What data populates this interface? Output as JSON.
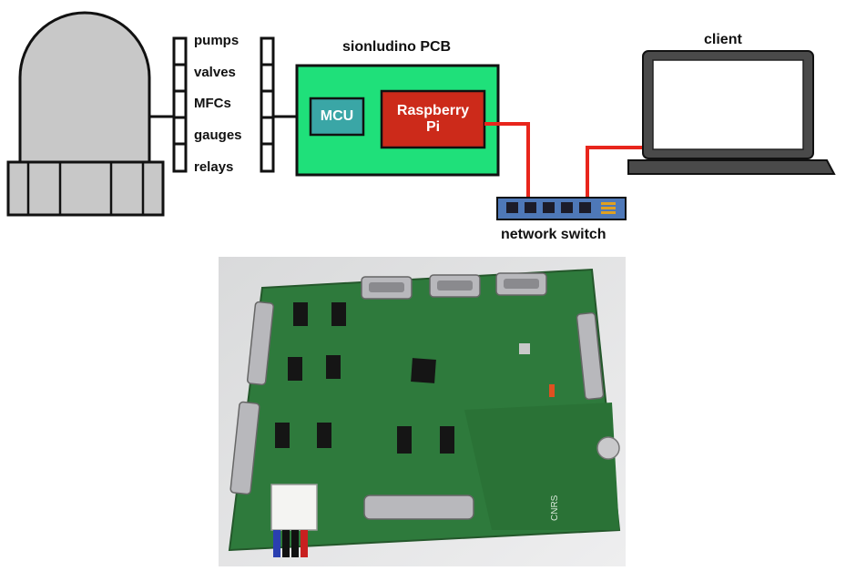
{
  "diagram": {
    "io_labels": [
      "pumps",
      "valves",
      "MFCs",
      "gauges",
      "relays"
    ],
    "pcb_label": "sionludino PCB",
    "mcu_label": "MCU",
    "pi_label_line1": "Raspberry",
    "pi_label_line2": "Pi",
    "client_label": "client",
    "switch_label": "network switch"
  },
  "photo": {
    "board_labels": [
      "CNRS"
    ]
  },
  "colors": {
    "pcb_green": "#1fe07a",
    "mcu_teal": "#3aa6a6",
    "pi_red": "#cc2a1a",
    "link_red": "#e8261c",
    "switch_blue": "#4e78b8",
    "chamber_gray": "#c8c8c8",
    "laptop_gray": "#4a4a4a"
  }
}
